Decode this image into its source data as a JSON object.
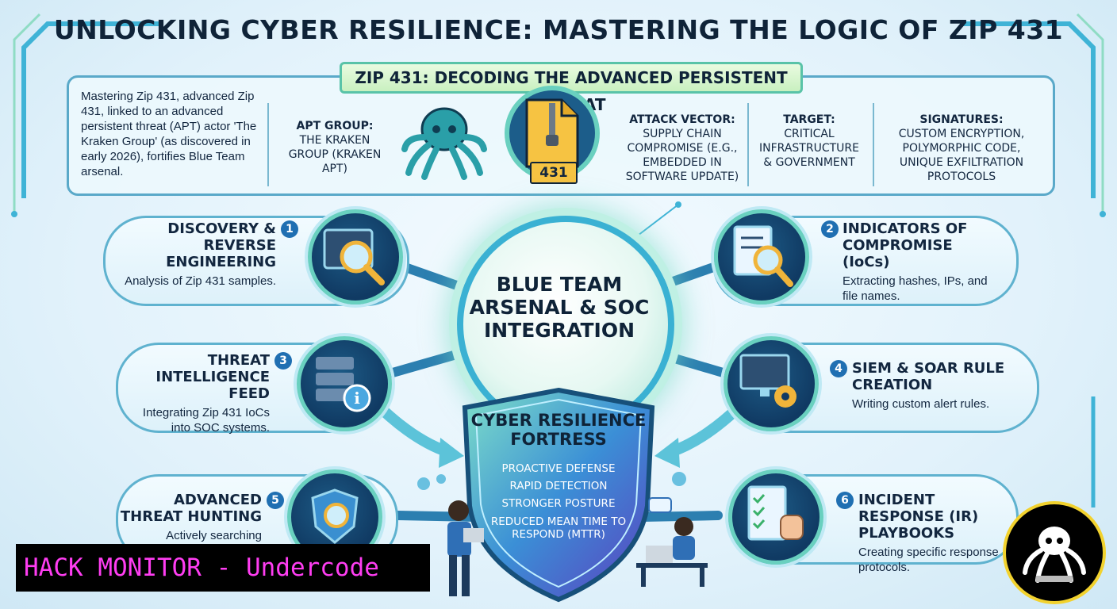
{
  "title": "UNLOCKING CYBER RESILIENCE: MASTERING THE LOGIC OF ZIP 431",
  "banner": "ZIP 431: DECODING THE ADVANCED PERSISTENT THREAT",
  "intro": "Mastering Zip 431, advanced Zip 431, linked to an advanced persistent threat (APT) actor 'The Kraken Group' (as discovered in early 2026), fortifies Blue Team arsenal.",
  "apt": {
    "heading": "APT GROUP:",
    "text": "THE KRAKEN GROUP (KRAKEN APT)"
  },
  "file_label": "431",
  "vector": {
    "heading": "ATTACK VECTOR:",
    "text": "SUPPLY CHAIN COMPROMISE (E.G., EMBEDDED IN SOFTWARE UPDATE)"
  },
  "target": {
    "heading": "TARGET:",
    "text": "CRITICAL INFRASTRUCTURE & GOVERNMENT"
  },
  "signatures": {
    "heading": "SIGNATURES:",
    "text": "CUSTOM ENCRYPTION, POLYMORPHIC CODE, UNIQUE EXFILTRATION PROTOCOLS"
  },
  "hub": "BLUE TEAM ARSENAL & SOC INTEGRATION",
  "steps": [
    {
      "num": "1",
      "heading": "DISCOVERY & REVERSE ENGINEERING",
      "desc": "Analysis of Zip 431 samples."
    },
    {
      "num": "2",
      "heading": "INDICATORS OF COMPROMISE (IoCs)",
      "desc": "Extracting hashes, IPs, and file names."
    },
    {
      "num": "3",
      "heading": "THREAT INTELLIGENCE FEED",
      "desc": "Integrating Zip 431 IoCs into SOC systems."
    },
    {
      "num": "4",
      "heading": "SIEM & SOAR RULE CREATION",
      "desc": "Writing custom alert rules."
    },
    {
      "num": "5",
      "heading": "ADVANCED THREAT HUNTING",
      "desc": "Actively searching"
    },
    {
      "num": "6",
      "heading": "INCIDENT RESPONSE (IR) PLAYBOOKS",
      "desc": "Creating specific response protocols."
    }
  ],
  "fortress": {
    "title": "CYBER RESILIENCE FORTRESS",
    "items": [
      "PROACTIVE DEFENSE",
      "RAPID DETECTION",
      "STRONGER POSTURE",
      "REDUCED MEAN TIME TO RESPOND (MTTR)"
    ]
  },
  "watermark": "HACK MONITOR - Undercode",
  "colors": {
    "accent": "#3ab1d3",
    "teal": "#69d0bf",
    "navy": "#103a63",
    "magenta": "#ff3df2",
    "gold": "#f2d22e"
  }
}
